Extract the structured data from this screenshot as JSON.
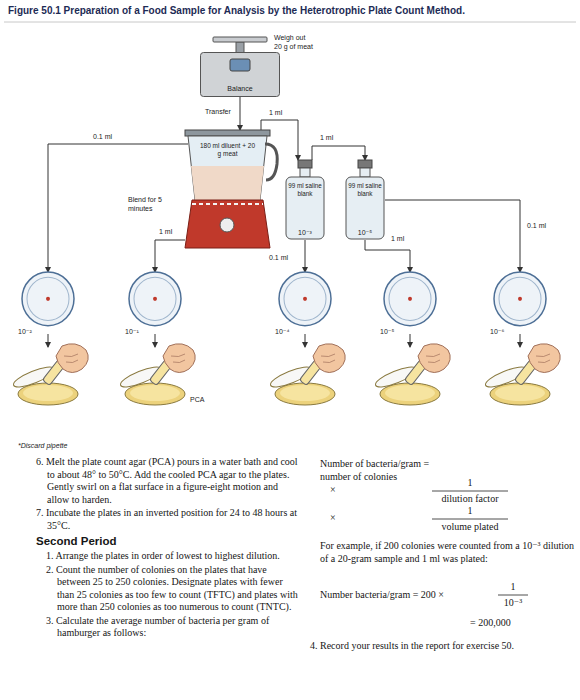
{
  "diagram": {
    "title": "Figure 50.1 Preparation of a Food Sample for Analysis by the Heterotrophic Plate Count Method.",
    "nodes": [
      {
        "text": [
          "Balance"
        ]
      },
      {
        "text": [
          "180 ml diluent + 20 g meat"
        ]
      },
      {
        "text": [
          "99 ml saline blank",
          "10⁻³"
        ]
      },
      {
        "text": [
          "99 ml saline blank",
          "10⁻⁵"
        ]
      },
      {
        "text": [
          "10⁻²"
        ]
      },
      {
        "text": [
          "10⁻¹"
        ]
      },
      {
        "text": [
          "10⁻⁴"
        ]
      },
      {
        "text": [
          "10⁻⁵"
        ]
      },
      {
        "text": [
          "10⁻⁶"
        ]
      }
    ],
    "edges": [
      {
        "from": 0,
        "to": 1,
        "arrow": "to",
        "label": "Transfer"
      },
      {
        "from": 1,
        "to": 4,
        "arrow": "to",
        "label": "0.1 ml"
      },
      {
        "from": 1,
        "to": 5,
        "arrow": "to",
        "label": "1 ml"
      },
      {
        "from": 1,
        "to": 2,
        "arrow": "to",
        "label": "1 ml"
      },
      {
        "from": 2,
        "to": 6,
        "arrow": "to",
        "label": "0.1 ml"
      },
      {
        "from": 2,
        "to": 3,
        "arrow": "to",
        "label": "1 ml"
      },
      {
        "from": 3,
        "to": 7,
        "arrow": "to",
        "label": "1 ml"
      },
      {
        "from": 3,
        "to": 8,
        "arrow": "to",
        "label": "0.1 ml"
      }
    ],
    "labels": [
      "Weigh out 20 g of meat",
      "Blend for 5 minutes",
      "PCA",
      "*Discard pipette",
      "6. Melt the plate count agar (PCA) pours in a water bath and cool to about 48° to 50°C. Add the cooled PCA agar to the plates. Gently swirl on a flat surface in a figure-eight motion and allow to harden.",
      "7. Incubate the plates in an inverted position for 24 to 48 hours at 35°C.",
      "Second Period",
      "1. Arrange the plates in order of lowest to highest dilution.",
      "2. Count the number of colonies on the plates that have between 25 to 250 colonies. Designate plates with fewer than 25 colonies as too few to count (TFTC) and plates with more than 250 colonies as too numerous to count (TNTC).",
      "3. Calculate the average number of bacteria per gram of hamburger as follows:",
      "Number of bacteria/gram = number of colonies",
      "×",
      "1",
      "dilution factor",
      "×",
      "1",
      "volume plated",
      "For example, if 200 colonies were counted from a 10⁻³ dilution of a 20-gram sample and 1 ml was plated:",
      "Number bacteria/gram = 200 ×",
      "1",
      "10⁻³",
      "= 200,000",
      "4. Record your results in the report for exercise 50."
    ]
  }
}
